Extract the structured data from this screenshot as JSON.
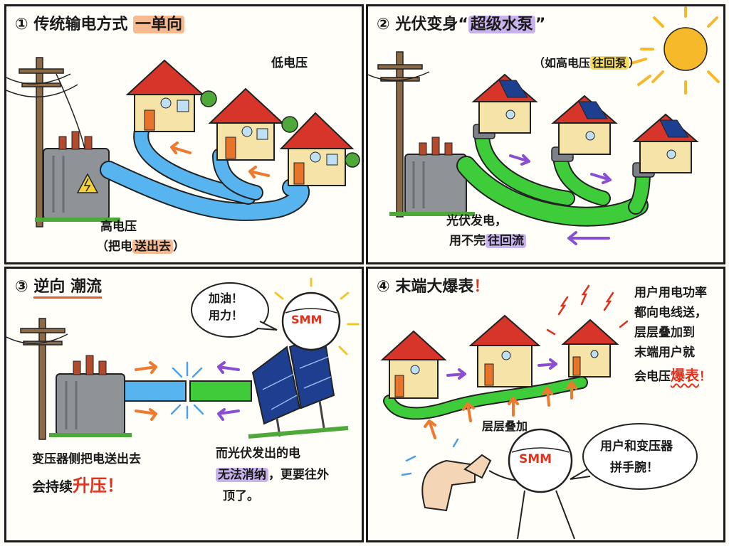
{
  "panel1": {
    "num": "①",
    "title": "传统输电方式",
    "title_hl": "一单向",
    "low_voltage": "低电压",
    "high_voltage": "高电压",
    "paren_open": "（",
    "send_prefix": "把电",
    "send_hl": "送出去",
    "paren_close": "）"
  },
  "panel2": {
    "num": "②",
    "title": "光伏变身",
    "quote_open": "“",
    "title_hl": "超级水泵",
    "quote_close": "”",
    "note_prefix": "（如高电压",
    "note_hl": "往回泵",
    "note_suffix": "）",
    "line1": "光伏发电，",
    "line2_prefix": "用不完",
    "line2_hl": "往回流"
  },
  "panel3": {
    "num": "③",
    "title": "逆向 潮流",
    "bubble_line1": "加油！",
    "bubble_line2": "用力！",
    "ball_label": "SMM",
    "left_line1": "变压器侧把电送出去",
    "left_line2_prefix": "会持续",
    "left_line2_hl": "升压！",
    "right_line1": "而光伏发出的电",
    "right_line2_hl": "无法消纳",
    "right_line2_suffix": "，更要往外",
    "right_line3": "顶了。"
  },
  "panel4": {
    "num": "④",
    "title": "末端大爆表",
    "title_mark": "！",
    "side_line1": "用户用电功率",
    "side_line2": "都向电线送，",
    "side_line3": "层层叠加到",
    "side_line4": "末端用户就",
    "side_line5_prefix": "会电压",
    "side_line5_hl": "爆表",
    "side_line5_suffix": "！",
    "stack_label": "层层叠加",
    "ball_label": "SMM",
    "bubble_line1": "用户和变压器",
    "bubble_line2": "拼手腕！"
  },
  "colors": {
    "roof": "#d8352a",
    "wall": "#f6e3a8",
    "pipe_blue": "#58b4ee",
    "pipe_green": "#3fcc3a",
    "arrow_orange": "#ef7a2e",
    "arrow_purple": "#8a4fd0",
    "transformer": "#8f9296",
    "sun": "#f5b92a",
    "panel_blue": "#1e3f8f"
  }
}
